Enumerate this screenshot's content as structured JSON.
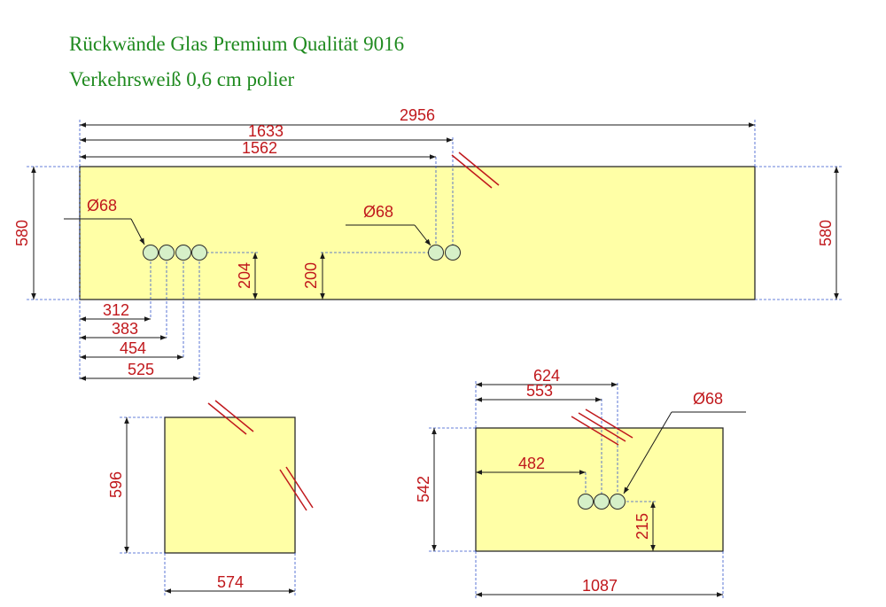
{
  "title": {
    "line1": "Rückwände Glas Premium Qualität 9016",
    "line2": "Verkehrsweiß 0,6 cm polier"
  },
  "colors": {
    "title": "#1f8a1f",
    "panel_fill": "#ffffa6",
    "dimension_text": "#c0181c",
    "extension_line": "#3355cc",
    "hole_fill": "#d6f0c8"
  },
  "panels": {
    "main": {
      "width": "2956",
      "height_left": "580",
      "height_right": "580",
      "dim_1633": "1633",
      "dim_1562": "1562",
      "hole_group_left": {
        "diameter": "Ø68",
        "offsets": [
          "312",
          "383",
          "454",
          "525"
        ],
        "height": "204"
      },
      "hole_group_right": {
        "diameter": "Ø68",
        "height": "200"
      }
    },
    "small": {
      "width": "574",
      "height": "596"
    },
    "right": {
      "width": "1087",
      "height": "542",
      "dim_624": "624",
      "dim_553": "553",
      "dim_482": "482",
      "diameter": "Ø68",
      "height_holes": "215"
    }
  }
}
